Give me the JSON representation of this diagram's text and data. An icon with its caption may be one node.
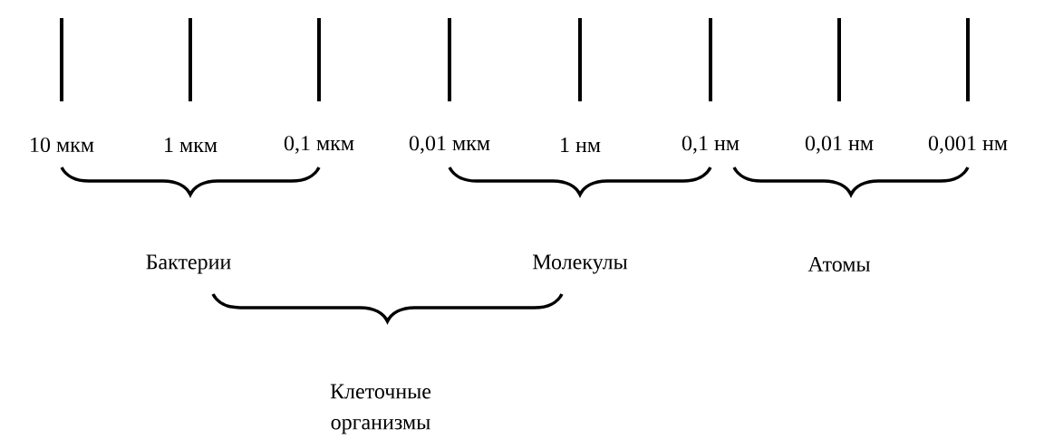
{
  "diagram": {
    "labels": [
      "10 мкм",
      "1 мкм",
      "0,1 мкм",
      "0,01 мкм",
      "1 нм",
      "0,1 нм",
      "0,01 нм",
      "0,001 нм",
      "Бактерии",
      "Молекулы",
      "Атомы",
      "Клеточные организмы"
    ]
  }
}
